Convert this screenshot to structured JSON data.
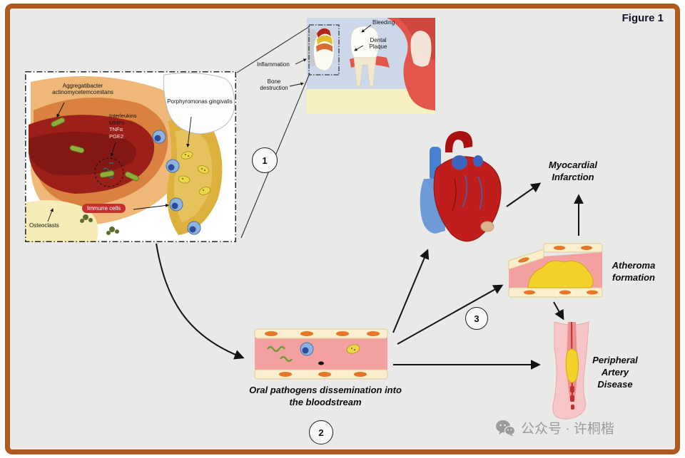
{
  "figure_label": "Figure 1",
  "colors": {
    "frame_border": "#b15a1d",
    "canvas_bg": "#e9e9e7",
    "heart_red": "#c01d1d",
    "vessel_pink": "#f2a0a0",
    "vessel_wall_cream": "#f9efcd",
    "plaque_yellow": "#f3d32b",
    "immune_cell_blue": "#8fb3e0",
    "label_chip_red": "#c53030",
    "watermark_gray": "#9b9b9b"
  },
  "tooth_panel": {
    "labels": {
      "bleeding": "Bleeding",
      "dental_plaque": "Dental Plaque",
      "inflammation": "Inflammation",
      "bone_destruction": "Bone destruction"
    }
  },
  "tissue_panel": {
    "labels": {
      "aggregatibacter": "Aggregatibacter actinomycetemcomitans",
      "mediators": [
        "Interleukins",
        "MMPs",
        "TNFα",
        "PGE2"
      ],
      "porphyromonas": "Porphyromonas gingivalis",
      "immune_cells": "Immune cells",
      "osteoclasts": "Osteoclasts"
    }
  },
  "steps": {
    "step1": "1",
    "step2": "2",
    "step3": "3"
  },
  "bloodstream": {
    "caption": "Oral pathogens dissemination into the bloodstream"
  },
  "outcomes": {
    "myocardial_infarction": "Myocardial Infarction",
    "atheroma_formation": "Atheroma formation",
    "peripheral_artery_disease": "Peripheral Artery Disease"
  },
  "watermark": {
    "text": "公众号 · 许桐楷"
  }
}
